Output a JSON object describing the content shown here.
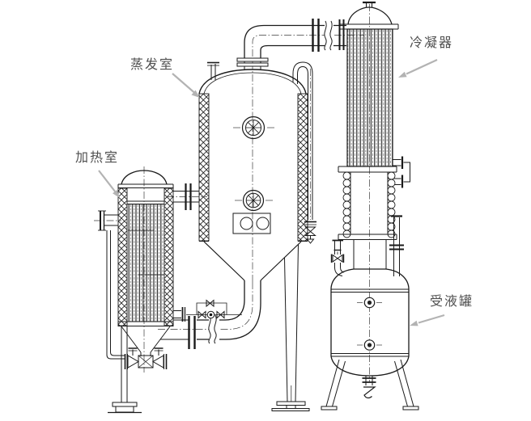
{
  "colors": {
    "background": "#ffffff",
    "line": "#1a1a1a",
    "label_text": "#4f4f4f",
    "arrow": "#b3b3b3"
  },
  "labels": {
    "evaporation_chamber": "蒸发室",
    "heating_chamber": "加热室",
    "condenser": "冷凝器",
    "receiving_tank": "受液罐"
  }
}
